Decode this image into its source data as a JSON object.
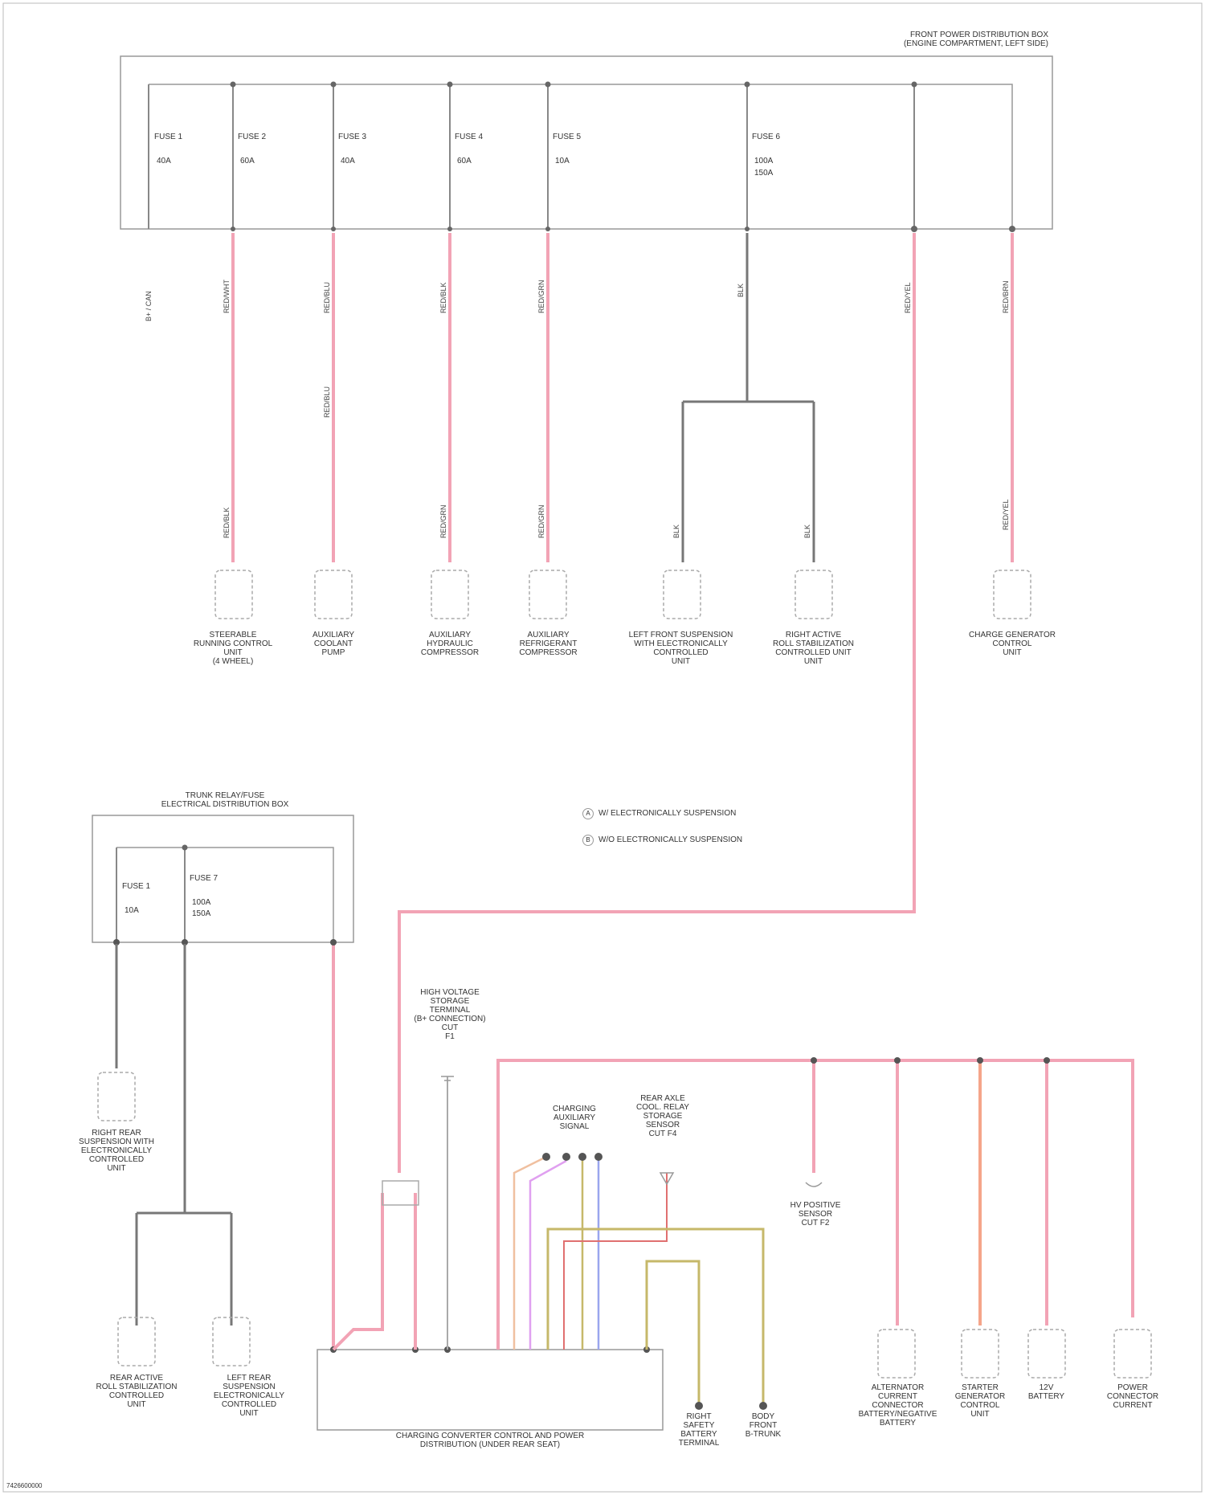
{
  "diagram_id": "7426600000",
  "front_box": {
    "title": "FRONT POWER DISTRIBUTION BOX\n(ENGINE COMPARTMENT, LEFT SIDE)",
    "fuses": [
      {
        "name": "FUSE 1",
        "rating": "40A"
      },
      {
        "name": "FUSE 2",
        "rating": "60A"
      },
      {
        "name": "FUSE 3",
        "rating": "40A"
      },
      {
        "name": "FUSE 4",
        "rating": "60A"
      },
      {
        "name": "FUSE 5",
        "rating": "10A"
      },
      {
        "name": "FUSE 6",
        "rating": "100A",
        "rating2": "150A"
      }
    ],
    "ground_label": "B+ / CAN",
    "wire_labels": [
      "RED/WHT",
      "RED/BLU",
      "RED/BLK",
      "RED/GRN",
      "BLK",
      "RED/YEL",
      "RED/BRN",
      "RED/BLK",
      "RED/BLU",
      "RED/GRN",
      "RED/GRN",
      "BLK",
      "BLK",
      "RED/YEL"
    ]
  },
  "components_top": [
    "STEERABLE\nRUNNING CONTROL\nUNIT\n(4 WHEEL)",
    "AUXILIARY\nCOOLANT\nPUMP",
    "AUXILIARY\nHYDRAULIC\nCOMPRESSOR",
    "AUXILIARY\nREFRIGERANT\nCOMPRESSOR",
    "LEFT FRONT SUSPENSION\nWITH ELECTRONICALLY\nCONTROLLED\nUNIT",
    "RIGHT ACTIVE\nROLL STABILIZATION\nCONTROLLED UNIT\nUNIT",
    "CHARGE GENERATOR\nCONTROL\nUNIT"
  ],
  "legend": [
    {
      "marker": "A",
      "text": "W/ ELECTRONICALLY SUSPENSION"
    },
    {
      "marker": "B",
      "text": "W/O ELECTRONICALLY SUSPENSION"
    }
  ],
  "rear_box": {
    "title": "TRUNK RELAY/FUSE\nELECTRICAL DISTRIBUTION BOX",
    "fuses": [
      {
        "name": "FUSE 1",
        "rating": "10A"
      },
      {
        "name": "FUSE 7",
        "rating": "100A",
        "rating2": "150A"
      }
    ]
  },
  "rear_components": [
    "RIGHT REAR\nSUSPENSION WITH\nELECTRONICALLY\nCONTROLLED\nUNIT",
    "REAR ACTIVE\nROLL STABILIZATION\nCONTROLLED\nUNIT",
    "LEFT REAR\nSUSPENSION\nELECTRONICALLY\nCONTROLLED\nUNIT"
  ],
  "bottom_labels": {
    "jump_start": "HIGH VOLTAGE\nSTORAGE\nTERMINAL\n(B+ CONNECTION)\nCUT\nF1",
    "charging_signal": "CHARGING\nAUXILIARY\nSIGNAL",
    "temp_sensor": "REAR AXLE\nCOOL. RELAY\nSTORAGE\nSENSOR\nCUT F4",
    "battery_sensor": "HV POSITIVE\nSENSOR\nCUT F2",
    "jump_point": "RIGHT\nSAFETY\nBATTERY\nTERMINAL",
    "ibs": "BODY\nFRONT\nB-TRUNK",
    "dcdc": "CHARGING CONVERTER CONTROL AND POWER\nDISTRIBUTION (UNDER REAR SEAT)",
    "alternator": "ALTERNATOR\nCURRENT\nCONNECTOR\nBATTERY/NEGATIVE\nBATTERY",
    "starter": "STARTER\nGENERATOR\nCONTROL\nUNIT",
    "battery": "12V\nBATTERY",
    "power_connector": "POWER\nCONNECTOR\nCURRENT"
  }
}
